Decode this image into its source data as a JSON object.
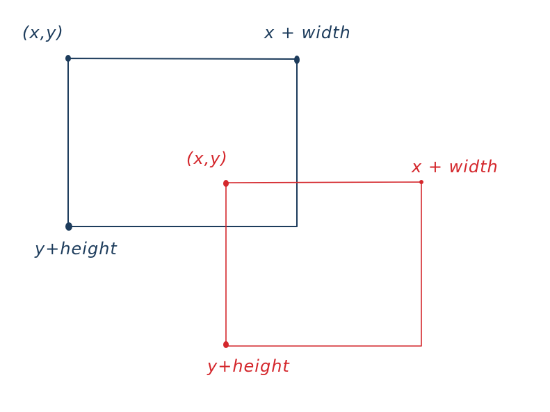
{
  "colors": {
    "blue": "#1d3c5c",
    "red": "#d4272c",
    "background": "#ffffff"
  },
  "blue_rect": {
    "top_left_label": "(x,y)",
    "top_right_label": "x + width",
    "bottom_left_label": "y+height"
  },
  "red_rect": {
    "top_left_label": "(x,y)",
    "top_right_label": "x + width",
    "bottom_left_label": "y+height"
  }
}
